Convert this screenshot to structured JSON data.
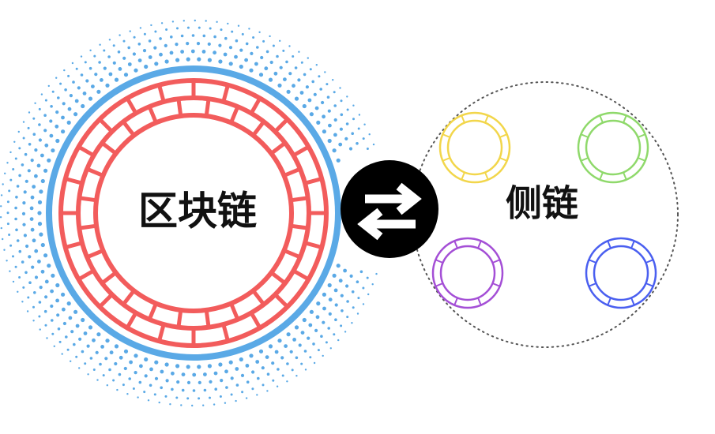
{
  "main_chain": {
    "label": "区块链",
    "ring_color": "#f25c5c",
    "halo_color": "#5aa9e6",
    "dots_color": "#5aa9e6"
  },
  "exchange": {
    "icon": "swap-arrows-icon",
    "bg_color": "#000000",
    "arrow_color": "#ffffff"
  },
  "side_chain": {
    "label": "侧链",
    "border_color": "#555555",
    "rings": [
      {
        "name": "yellow-ring",
        "color": "#f2d64b"
      },
      {
        "name": "green-ring",
        "color": "#8fd96b"
      },
      {
        "name": "purple-ring",
        "color": "#a44fd6"
      },
      {
        "name": "blue-ring",
        "color": "#4a5ff0"
      }
    ]
  }
}
